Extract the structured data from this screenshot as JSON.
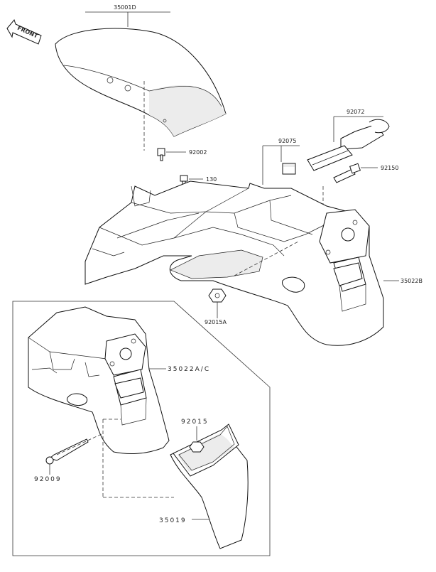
{
  "direction_indicator": {
    "text": "FRONT"
  },
  "callouts": {
    "p35001d": "35001D",
    "p92072": "92072",
    "p92075": "92075",
    "p92002": "92002",
    "p130": "130",
    "p92150": "92150",
    "p35022b": "35022B",
    "p92015a": "92015A",
    "p35022ac": "35022A/C",
    "p92015": "92015",
    "p92009": "92009",
    "p35019": "35019"
  },
  "colors": {
    "line": "#111111",
    "shade": "#ececec",
    "background": "#ffffff"
  }
}
